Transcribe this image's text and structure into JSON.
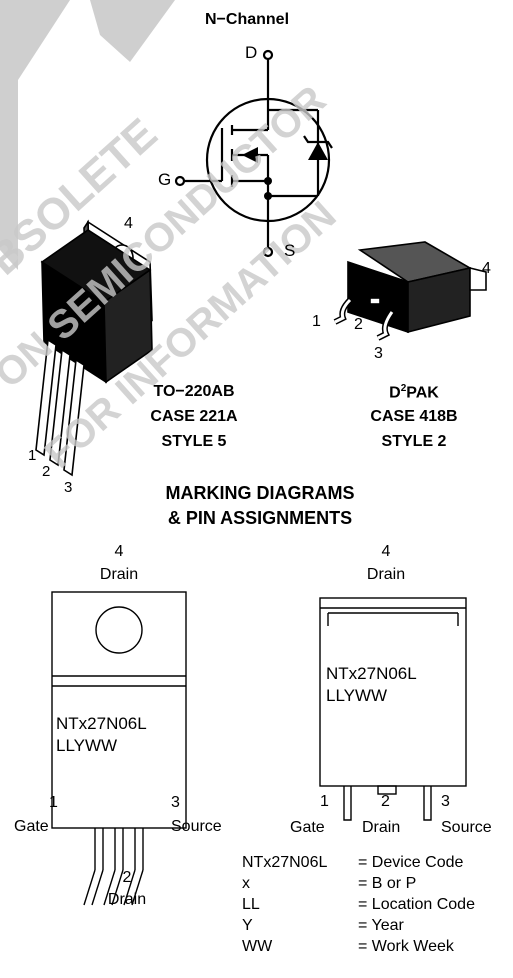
{
  "symbol": {
    "title": "N−Channel",
    "pin_d": "D",
    "pin_g": "G",
    "pin_s": "S"
  },
  "to220": {
    "name": "TO−220AB",
    "case": "CASE 221A",
    "style": "STYLE 5",
    "tab_pin": "4",
    "pin1": "1",
    "pin2": "2",
    "pin3": "3"
  },
  "d2pak": {
    "name_main": "D",
    "name_sup": "2",
    "name_tail": "PAK",
    "case": "CASE 418B",
    "style": "STYLE 2",
    "tab_pin": "4",
    "pin1": "1",
    "pin2": "2",
    "pin3": "3"
  },
  "marking": {
    "heading_line1": "MARKING DIAGRAMS",
    "heading_line2": "& PIN ASSIGNMENTS",
    "left": {
      "top_num": "4",
      "top_label": "Drain",
      "code_line1": "NTx27N06L",
      "code_line2": "LLYWW",
      "pin1_num": "1",
      "pin1_label": "Gate",
      "pin2_num": "2",
      "pin2_label": "Drain",
      "pin3_num": "3",
      "pin3_label": "Source"
    },
    "right": {
      "top_num": "4",
      "top_label": "Drain",
      "code_line1": "NTx27N06L",
      "code_line2": "LLYWW",
      "pin1_num": "1",
      "pin1_label": "Gate",
      "pin2_num": "2",
      "pin2_label": "Drain",
      "pin3_num": "3",
      "pin3_label": "Source"
    }
  },
  "legend": [
    {
      "code": "NTx27N06L",
      "desc": "= Device Code"
    },
    {
      "code": "x",
      "desc": "= B or P"
    },
    {
      "code": "LL",
      "desc": "= Location Code"
    },
    {
      "code": "Y",
      "desc": "= Year"
    },
    {
      "code": "WW",
      "desc": "= Work Week"
    }
  ],
  "watermark": {
    "line1": "OBSOLETE",
    "line2": "ON SEMICONDUCTOR",
    "line3": "FOR INFORMATION",
    "color": "#c8c8c8"
  }
}
